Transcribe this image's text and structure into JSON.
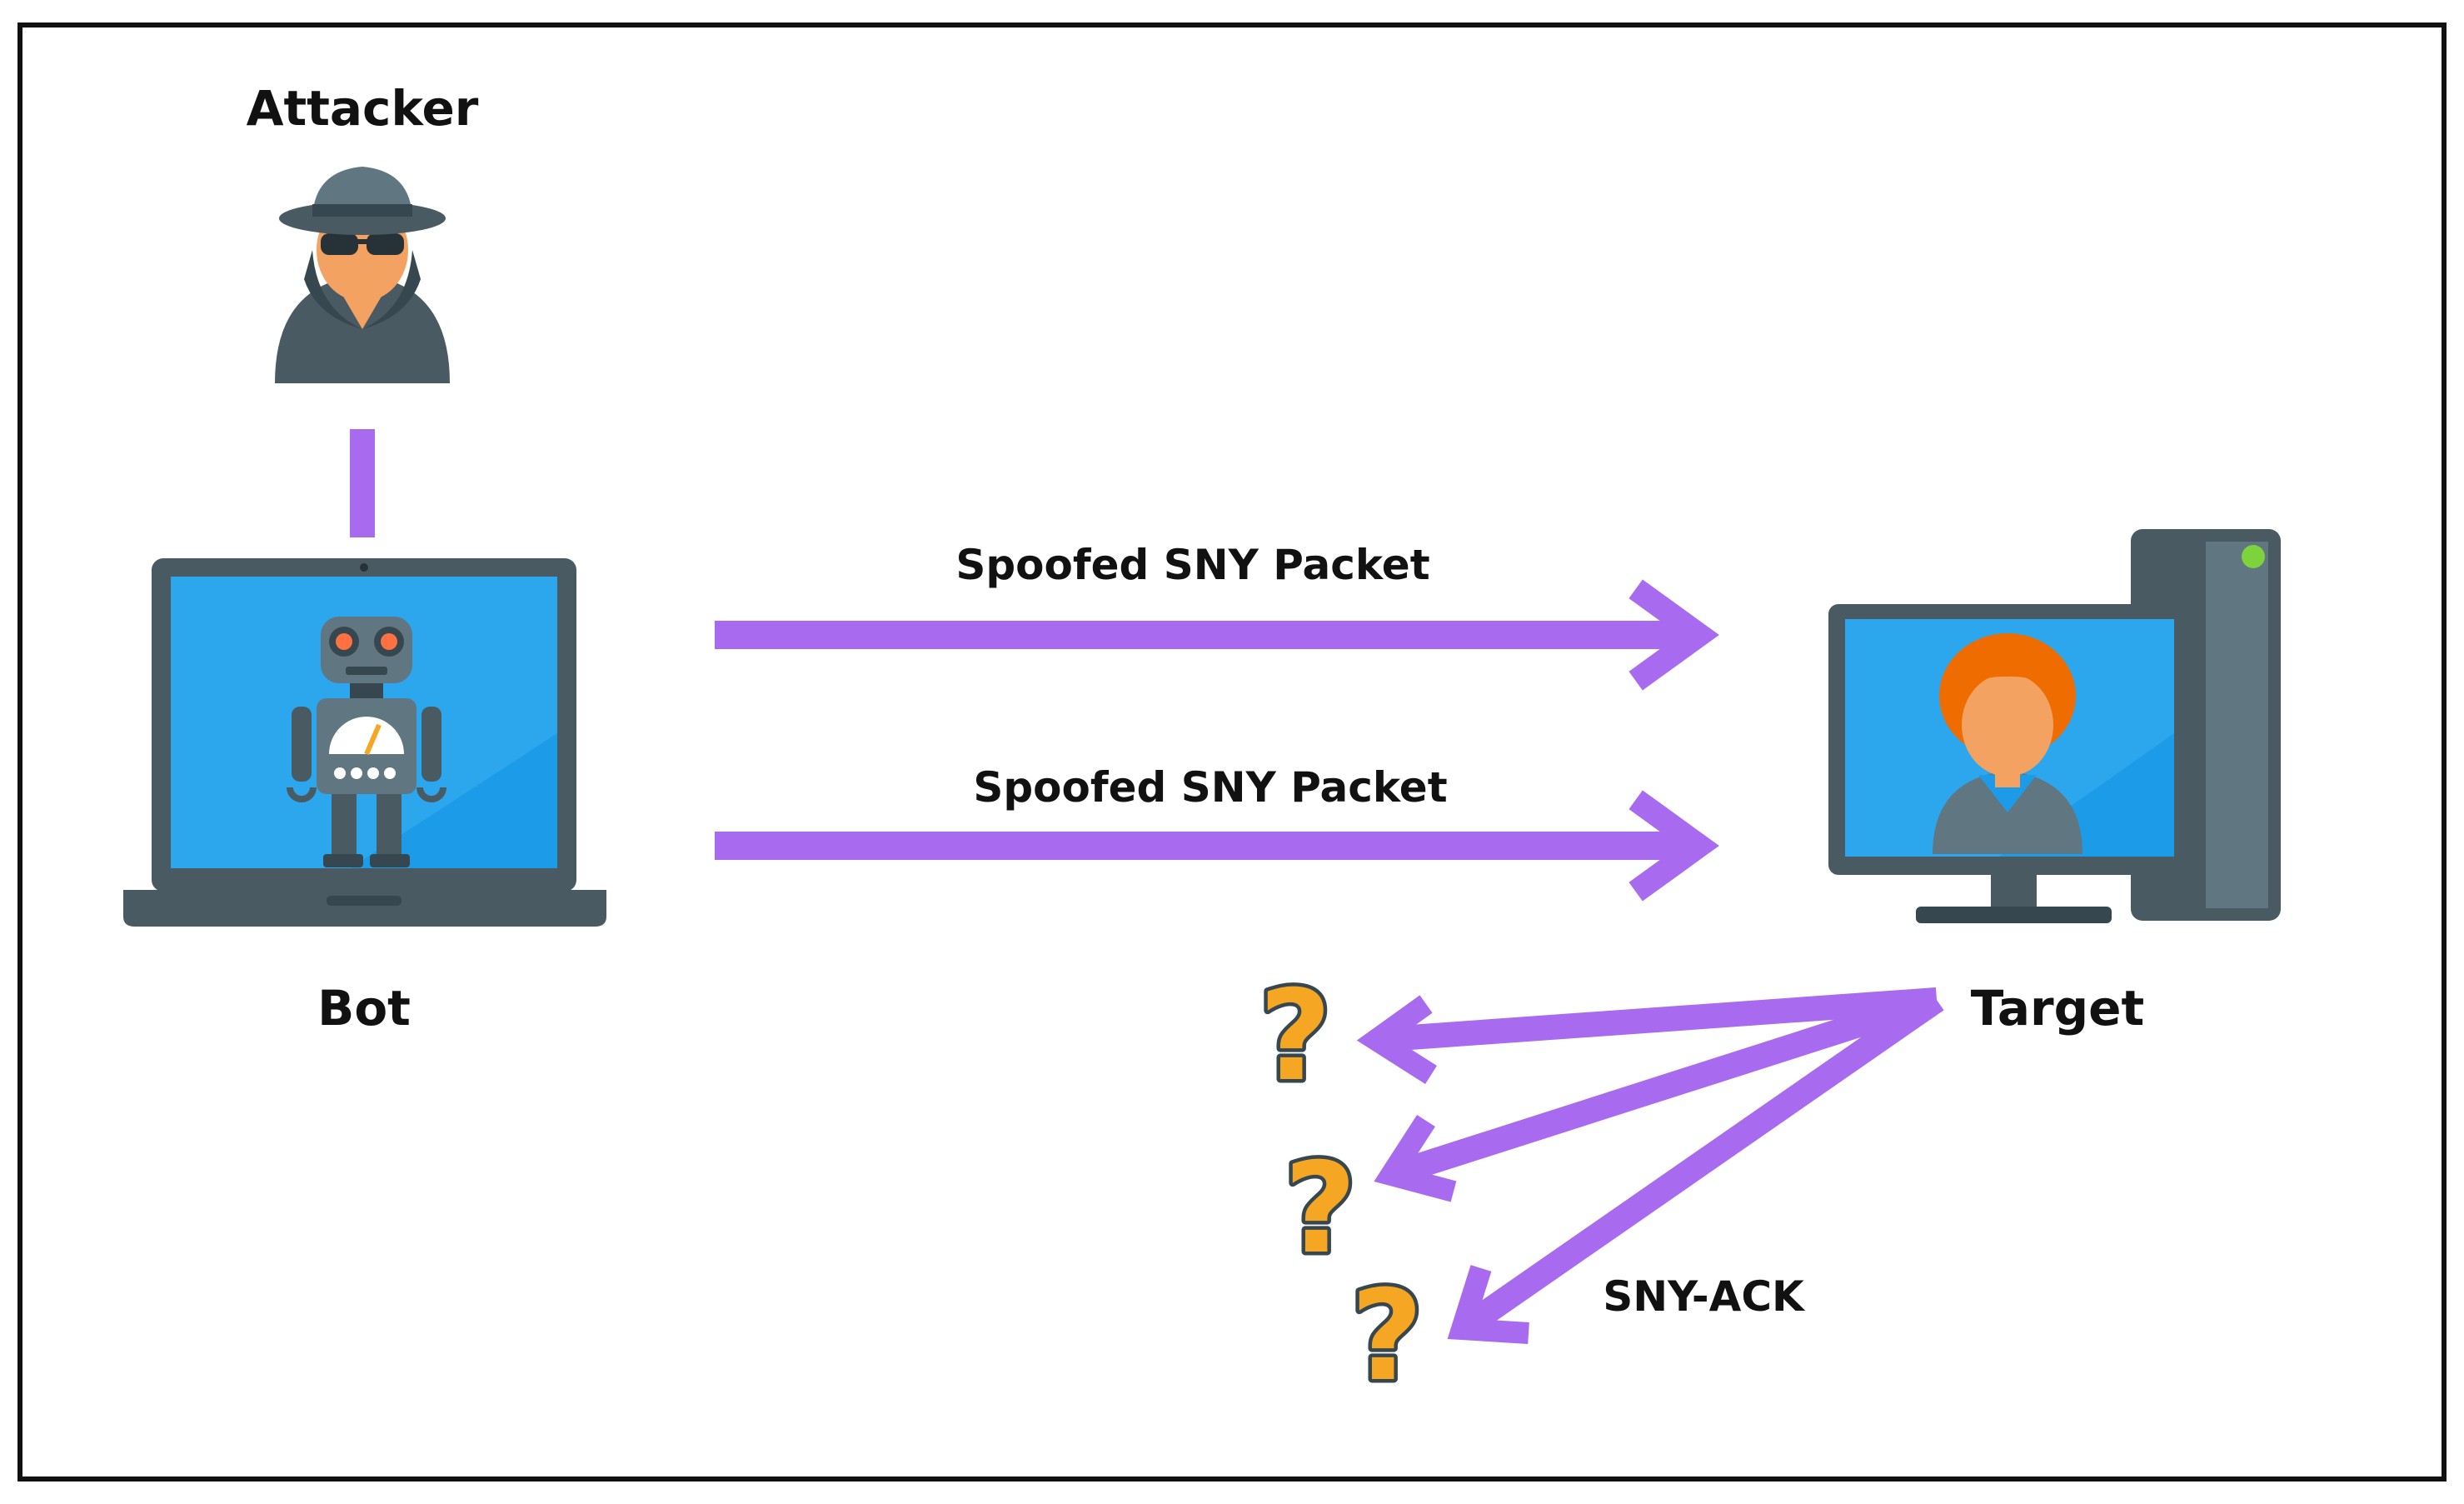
{
  "nodes": {
    "attacker": {
      "label": "Attacker"
    },
    "bot": {
      "label": "Bot"
    },
    "target": {
      "label": "Target"
    }
  },
  "edges": {
    "packet_1": {
      "label": "Spoofed SNY Packet"
    },
    "packet_2": {
      "label": "Spoofed SNY Packet"
    },
    "reply": {
      "label": "SNY-ACK"
    }
  },
  "unknown_marks": [
    "?",
    "?",
    "?"
  ],
  "colors": {
    "arrow": "#a86bf0",
    "screen": "#1c9ce8",
    "device_dark": "#4a5a63",
    "device_mid": "#607680",
    "hair": "#ef6c00",
    "skin": "#f4a261",
    "question": "#f5a623",
    "robot_eye": "#ff7043"
  }
}
